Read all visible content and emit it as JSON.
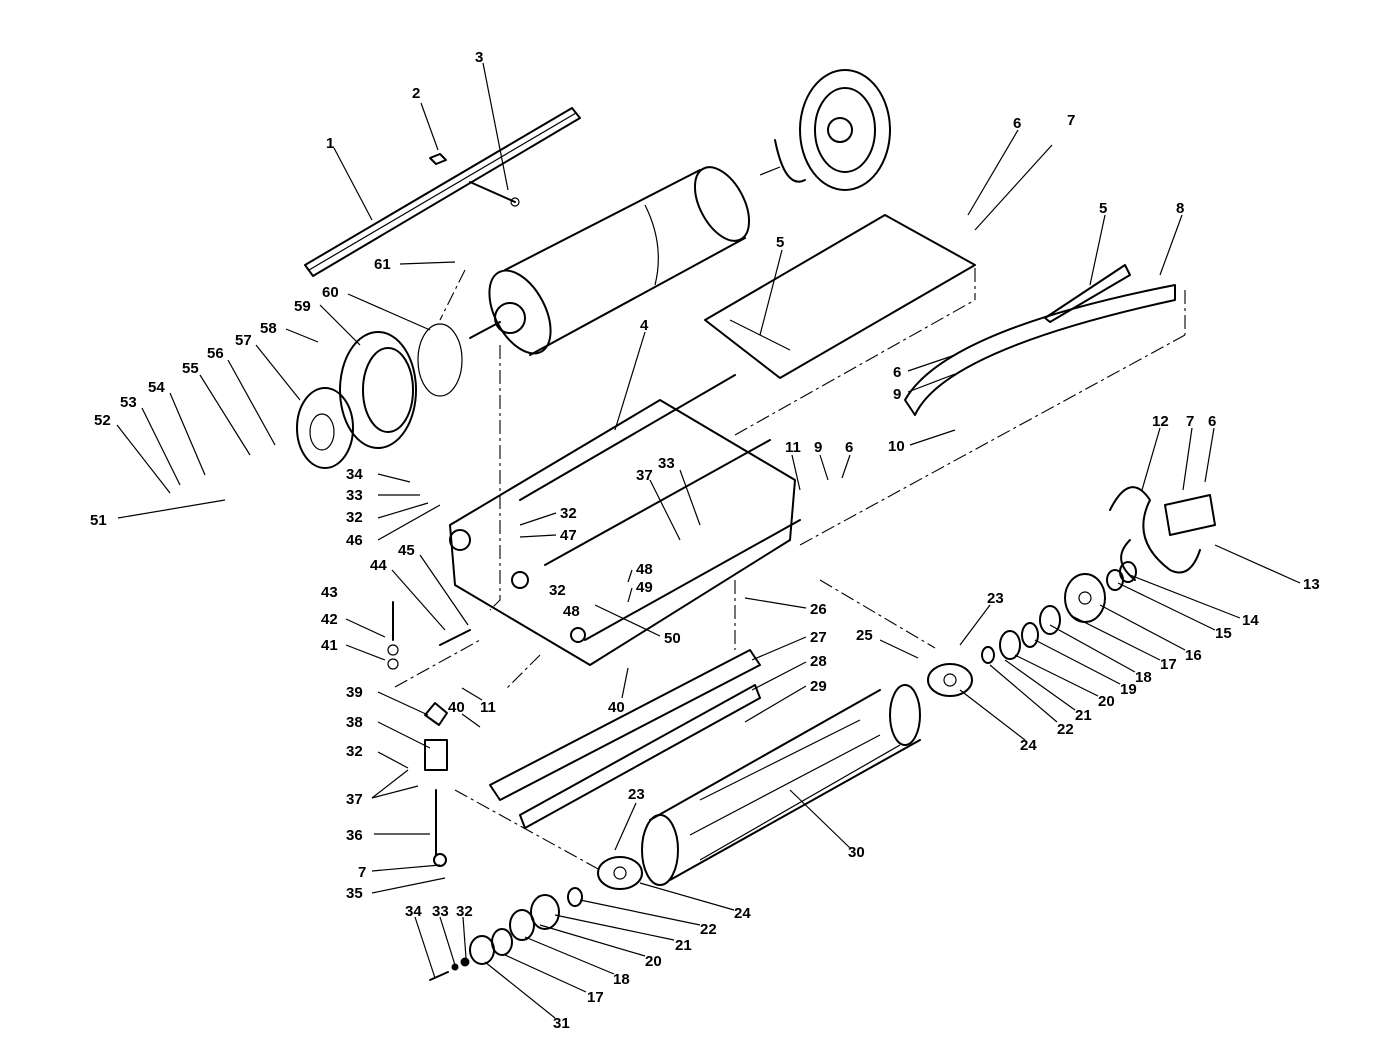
{
  "labels": [
    {
      "text": "1"
    },
    {
      "text": "2"
    },
    {
      "text": "3"
    },
    {
      "text": "61"
    },
    {
      "text": "60"
    },
    {
      "text": "59"
    },
    {
      "text": "58"
    },
    {
      "text": "57"
    },
    {
      "text": "56"
    },
    {
      "text": "55"
    },
    {
      "text": "54"
    },
    {
      "text": "53"
    },
    {
      "text": "52"
    },
    {
      "text": "51"
    },
    {
      "text": "34"
    },
    {
      "text": "33"
    },
    {
      "text": "32"
    },
    {
      "text": "46"
    },
    {
      "text": "45"
    },
    {
      "text": "44"
    },
    {
      "text": "43"
    },
    {
      "text": "42"
    },
    {
      "text": "41"
    },
    {
      "text": "4"
    },
    {
      "text": "37"
    },
    {
      "text": "33"
    },
    {
      "text": "32"
    },
    {
      "text": "47"
    },
    {
      "text": "32"
    },
    {
      "text": "48"
    },
    {
      "text": "48"
    },
    {
      "text": "49"
    },
    {
      "text": "50"
    },
    {
      "text": "5"
    },
    {
      "text": "6"
    },
    {
      "text": "7"
    },
    {
      "text": "5"
    },
    {
      "text": "8"
    },
    {
      "text": "6"
    },
    {
      "text": "9"
    },
    {
      "text": "10"
    },
    {
      "text": "11"
    },
    {
      "text": "9"
    },
    {
      "text": "6"
    },
    {
      "text": "12"
    },
    {
      "text": "7"
    },
    {
      "text": "6"
    },
    {
      "text": "13"
    },
    {
      "text": "14"
    },
    {
      "text": "15"
    },
    {
      "text": "16"
    },
    {
      "text": "17"
    },
    {
      "text": "18"
    },
    {
      "text": "19"
    },
    {
      "text": "20"
    },
    {
      "text": "21"
    },
    {
      "text": "22"
    },
    {
      "text": "23"
    },
    {
      "text": "24"
    },
    {
      "text": "25"
    },
    {
      "text": "26"
    },
    {
      "text": "27"
    },
    {
      "text": "28"
    },
    {
      "text": "29"
    },
    {
      "text": "30"
    },
    {
      "text": "11"
    },
    {
      "text": "40"
    },
    {
      "text": "40"
    },
    {
      "text": "39"
    },
    {
      "text": "38"
    },
    {
      "text": "32"
    },
    {
      "text": "37"
    },
    {
      "text": "36"
    },
    {
      "text": "7"
    },
    {
      "text": "35"
    },
    {
      "text": "23"
    },
    {
      "text": "24"
    },
    {
      "text": "22"
    },
    {
      "text": "21"
    },
    {
      "text": "20"
    },
    {
      "text": "18"
    },
    {
      "text": "17"
    },
    {
      "text": "31"
    },
    {
      "text": "34"
    },
    {
      "text": "33"
    },
    {
      "text": "32"
    }
  ]
}
